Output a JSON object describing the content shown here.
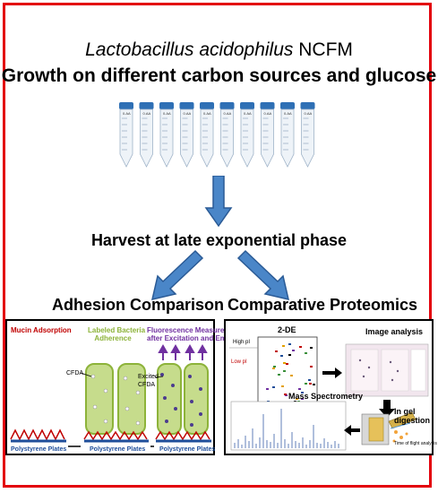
{
  "title": {
    "species": "Lactobacillus acidophilus",
    "strain": " NCFM",
    "line2": "Growth on different carbon sources and glucose"
  },
  "tubes": {
    "count": 10,
    "cap_color": "#2e6fb5",
    "tube_label": "0.AA"
  },
  "harvest_label": "Harvest at late exponential phase",
  "sections": {
    "adhesion": "Adhesion Comparison",
    "proteomics": "Comparative Proteomics"
  },
  "adhesion_panel": {
    "mucin": "Mucin Adsorption",
    "labeled_line1": "Labeled Bacteria",
    "labeled_line2": "Adherence",
    "fluor_line1": "Fluorescence Measurement",
    "fluor_line2": "after Excitation and Emission",
    "cfda": "CFDA",
    "excited_line1": "Excited",
    "excited_line2": "CFDA",
    "plate": "Polystyrene Plates"
  },
  "proteomics_panel": {
    "two_de": "2-DE",
    "high_pi": "High pI",
    "low_pi": "Low pI",
    "image_analysis": "Image analysis",
    "in_gel_line1": "In gel",
    "in_gel_line2": "digestion",
    "mass_spec": "Mass Spectrometry",
    "tof": "Time of flight analysis"
  },
  "colors": {
    "frame": "#e3000b",
    "arrow_fill": "#4a86c8",
    "arrow_stroke": "#2a5a95",
    "mucin": "#c00000",
    "labeled": "#8db33a",
    "fluor": "#7030a0",
    "plate_text": "#1f4e9a"
  }
}
